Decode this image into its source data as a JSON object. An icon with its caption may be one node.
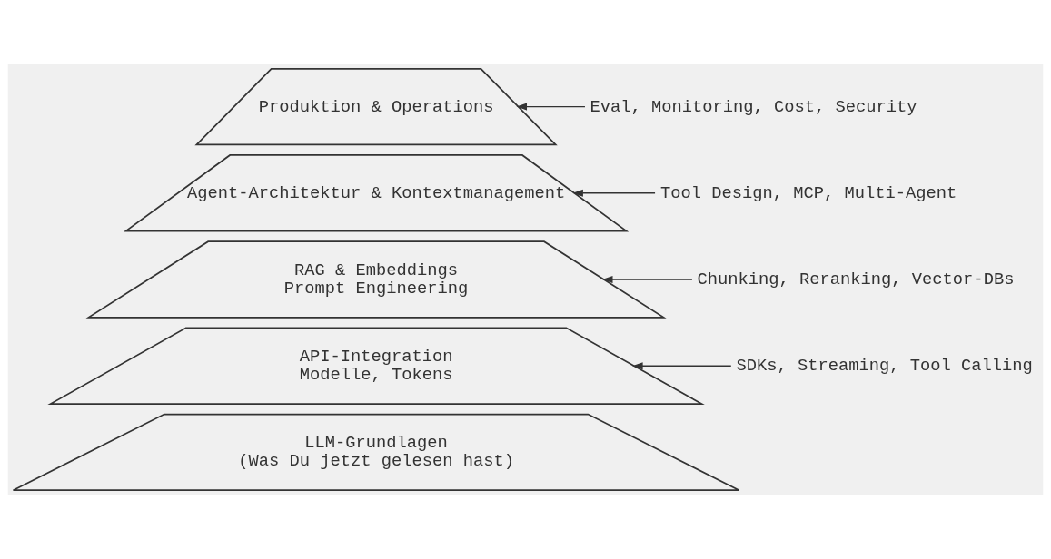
{
  "diagram": {
    "nodes": [
      {
        "text": [
          "Produktion & Operations"
        ]
      },
      {
        "text": [
          "Eval, Monitoring, Cost, Security"
        ]
      },
      {
        "text": [
          "Agent-Architektur & Kontextmanagement"
        ]
      },
      {
        "text": [
          "Tool Design, MCP, Multi-Agent"
        ]
      },
      {
        "text": [
          "RAG & Embeddings",
          "Prompt Engineering"
        ]
      },
      {
        "text": [
          "Chunking, Reranking, Vector-DBs"
        ]
      },
      {
        "text": [
          "API-Integration",
          "Modelle, Tokens"
        ]
      },
      {
        "text": [
          "SDKs, Streaming, Tool Calling"
        ]
      },
      {
        "text": [
          "LLM-Grundlagen",
          "(Was Du jetzt gelesen hast)"
        ]
      }
    ],
    "edges": [
      {
        "from": 1,
        "to": 0,
        "arrow": "to"
      },
      {
        "from": 3,
        "to": 2,
        "arrow": "to"
      },
      {
        "from": 5,
        "to": 4,
        "arrow": "to"
      },
      {
        "from": 7,
        "to": 6,
        "arrow": "to"
      }
    ]
  }
}
